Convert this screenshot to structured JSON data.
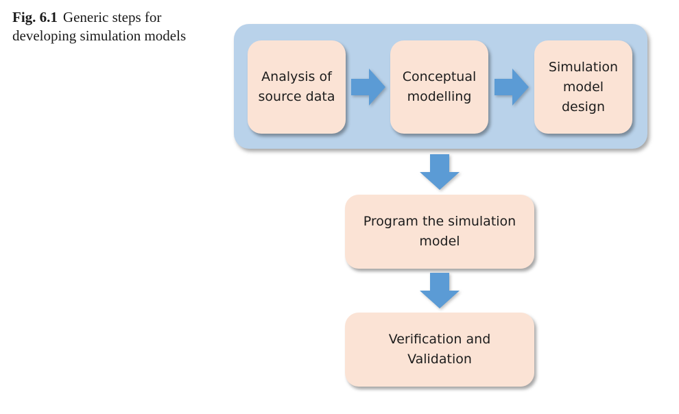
{
  "caption": {
    "label": "Fig. 6.1",
    "line1": "Generic steps for",
    "line2": "developing simulation models"
  },
  "colors": {
    "panel": "#b9d2ea",
    "box": "#fbe3d5",
    "arrow": "#5b9bd5",
    "text": "#1c1c1c"
  },
  "diagram": {
    "group_steps": [
      {
        "id": "analysis",
        "lines": [
          "Analysis of",
          "source data"
        ]
      },
      {
        "id": "conceptual",
        "lines": [
          "Conceptual",
          "modelling"
        ]
      },
      {
        "id": "design",
        "lines": [
          "Simulation",
          "model",
          "design"
        ]
      }
    ],
    "sequential_steps": [
      {
        "id": "program",
        "lines": [
          "Program the simulation",
          "model"
        ]
      },
      {
        "id": "verify",
        "lines": [
          "Verification and",
          "Validation"
        ]
      }
    ],
    "flow": [
      [
        "analysis",
        "conceptual"
      ],
      [
        "conceptual",
        "design"
      ],
      [
        "group",
        "program"
      ],
      [
        "program",
        "verify"
      ]
    ]
  }
}
